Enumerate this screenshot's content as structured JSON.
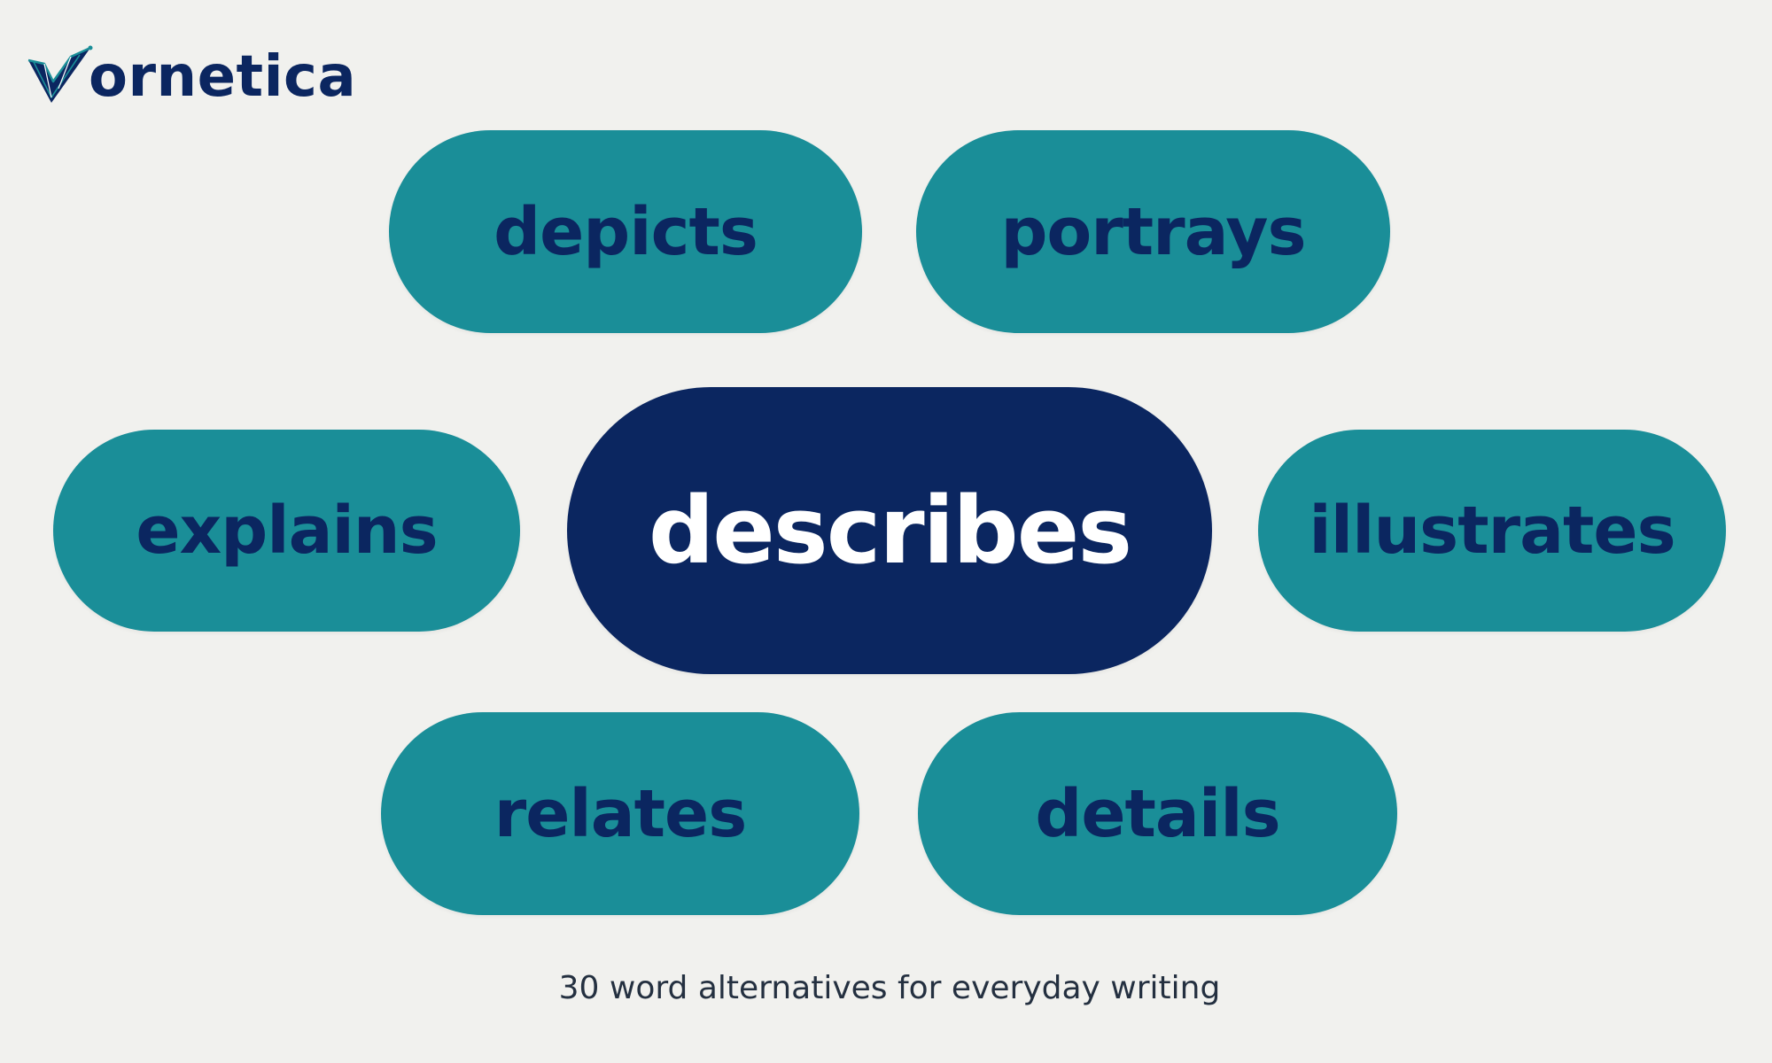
{
  "colors": {
    "background": "#f1f1ee",
    "teal": "#1a8e98",
    "navy": "#0b2660",
    "white": "#ffffff",
    "caption": "#243040"
  },
  "logo": {
    "icon": "v-mark-icon",
    "text": "ornetica"
  },
  "center_word": "describes",
  "synonyms": {
    "top_left": "depicts",
    "top_right": "portrays",
    "middle_left": "explains",
    "middle_right": "illustrates",
    "bottom_left": "relates",
    "bottom_right": "details"
  },
  "caption": "30 word alternatives for everyday writing"
}
